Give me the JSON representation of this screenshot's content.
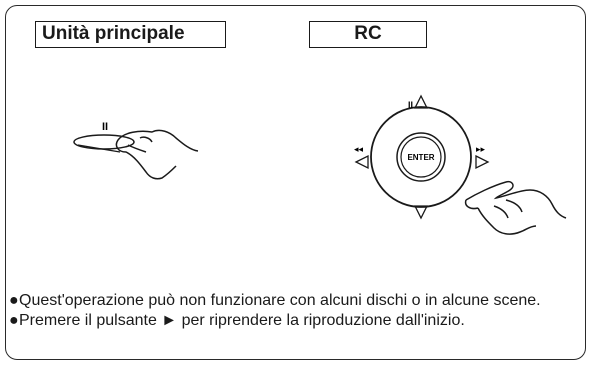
{
  "labels": {
    "main_unit": "Unità principale",
    "rc": "RC"
  },
  "illustration": {
    "pause_mark": "II",
    "up_mark": "II",
    "rewind_mark": "◂◂",
    "forward_mark": "▸▸",
    "enter_label": "ENTER"
  },
  "notes": {
    "bullet": "●",
    "items": [
      "Quest'operazione può non funzionare con alcuni dischi o in alcune scene.",
      "Premere il pulsante ► per riprendere la riproduzione dall'inizio."
    ]
  }
}
